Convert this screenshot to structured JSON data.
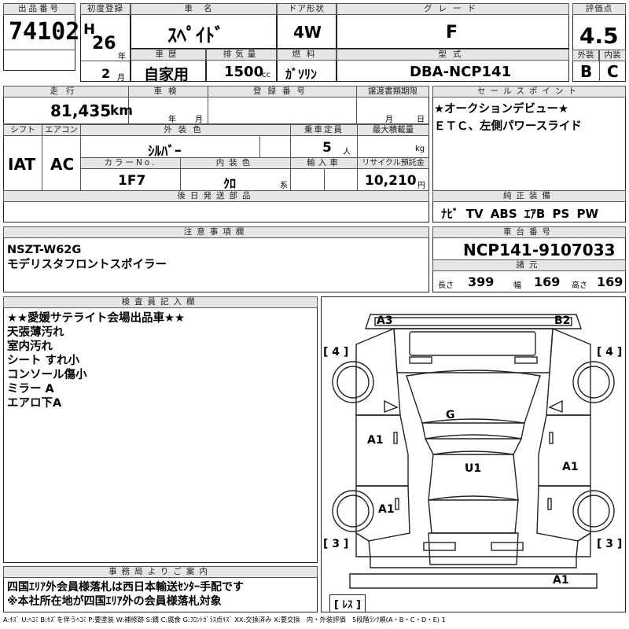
{
  "header": {
    "lot_no_label": "出品番号",
    "lot_no": "74102",
    "first_reg_label": "初度登録",
    "era": "H",
    "year": "26",
    "year_unit": "年",
    "month": "2",
    "month_unit": "月",
    "car_name_label": "車名",
    "car_name": "ｽﾍﾟｲﾄﾞ",
    "door_label": "ドア形状",
    "door": "4W",
    "grade_label": "グレード",
    "grade": "F",
    "score_label": "評価点",
    "score": "4.5",
    "history_label": "車歴",
    "history": "自家用",
    "displacement_label": "排気量",
    "displacement": "1500",
    "displacement_unit": "cc",
    "fuel_label": "燃料",
    "fuel": "ｶﾞｿﾘﾝ",
    "model_label": "型式",
    "model": "DBA-NCP141",
    "exterior_label": "外装",
    "exterior": "B",
    "interior_label": "内装",
    "interior": "C"
  },
  "row2": {
    "mileage_label": "走行",
    "mileage": "81,435",
    "mileage_unit": "km",
    "inspection_label": "車検",
    "insp_year_unit": "年",
    "insp_month_unit": "月",
    "reg_no_label": "登録番号",
    "transfer_label": "譲渡書類期限",
    "transfer_month_unit": "月",
    "transfer_day_unit": "日",
    "shift_label": "シフト",
    "shift": "IAT",
    "ac_label": "エアコン",
    "ac": "AC",
    "color_label": "外装色",
    "color": "ｼﾙﾊﾞｰ",
    "capacity_label": "乗車定員",
    "capacity": "5",
    "capacity_unit": "人",
    "max_load_label": "最大積載量",
    "max_load_unit": "kg",
    "color_no_label": "カラーNo.",
    "color_no": "1F7",
    "int_color_label": "内装色",
    "int_color": "ｸﾛ",
    "int_color_unit": "系",
    "import_label": "輸入車",
    "recycle_label": "リサイクル預託金",
    "recycle": "10,210",
    "recycle_unit": "円",
    "later_parts_label": "後日発送部品"
  },
  "sales": {
    "label": "セールスポイント",
    "lines": [
      "★オークションデビュー★",
      "ＥＴＣ、左側パワースライド"
    ]
  },
  "equipment": {
    "label": "純正装備",
    "items": "ﾅﾋﾞ TV ABS ｴｱB PS PW"
  },
  "notes": {
    "label": "注意事項欄",
    "lines": [
      "NSZT-W62G",
      "モデリスタフロントスポイラー"
    ]
  },
  "chassis": {
    "label": "車台番号",
    "value": "NCP141-9107033",
    "spec_label": "諸元",
    "length_label": "長さ",
    "length": "399",
    "width_label": "幅",
    "width": "169",
    "height_label": "高さ",
    "height": "169"
  },
  "inspector": {
    "label": "検査員記入欄",
    "lines": [
      "★★愛媛サテライト会場出品車★★",
      "天張薄汚れ",
      "室内汚れ",
      "シート すれ小",
      "コンソール傷小",
      "ミラー A",
      "エアロ下A"
    ]
  },
  "diagram": {
    "a3": "A3",
    "b2": "B2",
    "tire_fl": "[ 4 ]",
    "tire_fr": "[ 4 ]",
    "tire_rl": "[ 3 ]",
    "tire_rr": "[ 3 ]",
    "g": "G",
    "u1": "U1",
    "a1_left_front": "A1",
    "a1_right": "A1",
    "a1_left_rear": "A1",
    "a1_bottom": "A1",
    "spare": "[ ﾚｽ ]"
  },
  "office": {
    "label": "事務局よりご案内",
    "lines": [
      "四国ｴﾘｱ外会員様落札は西日本輸送ｾﾝﾀｰ手配です",
      "※本社所在地が四国ｴﾘｱ外の会員様落札対象"
    ]
  },
  "legend": "A:ｷｽﾞ U:ﾍｺﾐ B:ｷｽﾞを伴うﾍｺﾐ P:要塗装 W:補修跡 S:錆 C:腐食 G:ﾌﾛﾝﾄｶﾞﾗｽ点ｷｽﾞ XX:交換済み X:要交換　内・外装評価　5段階ﾗﾝｸ順(A・B・C・D・E) 1"
}
